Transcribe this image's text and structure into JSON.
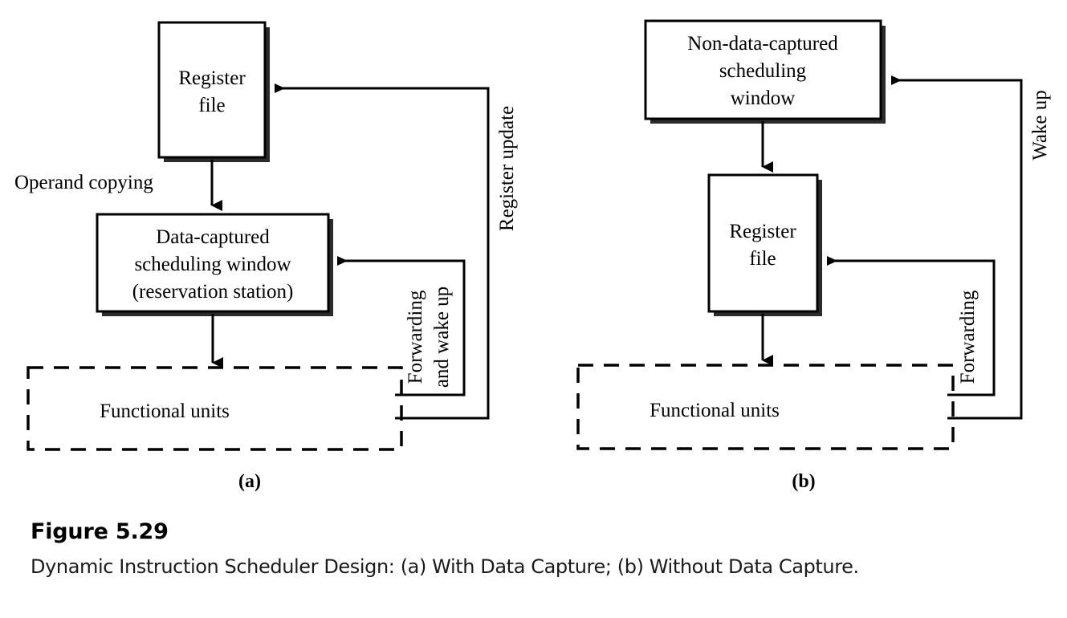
{
  "figure": {
    "number_label": "Figure 5.29",
    "caption": "Dynamic Instruction Scheduler Design: (a) With Data Capture; (b) Without Data Capture."
  },
  "panel_a": {
    "label": "(a)",
    "boxes": {
      "register_file_line1": "Register",
      "register_file_line2": "file",
      "window_line1": "Data-captured",
      "window_line2": "scheduling window",
      "window_line3": "(reservation station)",
      "functional_units": "Functional units"
    },
    "edge_labels": {
      "operand_copying": "Operand copying",
      "register_update": "Register update",
      "forwarding_line1": "Forwarding",
      "forwarding_line2": "and wake up"
    }
  },
  "panel_b": {
    "label": "(b)",
    "boxes": {
      "window_line1": "Non-data-captured",
      "window_line2": "scheduling",
      "window_line3": "window",
      "register_file_line1": "Register",
      "register_file_line2": "file",
      "functional_units": "Functional units"
    },
    "edge_labels": {
      "wake_up": "Wake up",
      "forwarding": "Forwarding"
    }
  },
  "style": {
    "stroke_color": "#000000",
    "box_fill": "#ffffff",
    "shadow_color": "#2b2b2b",
    "background": "#ffffff"
  }
}
